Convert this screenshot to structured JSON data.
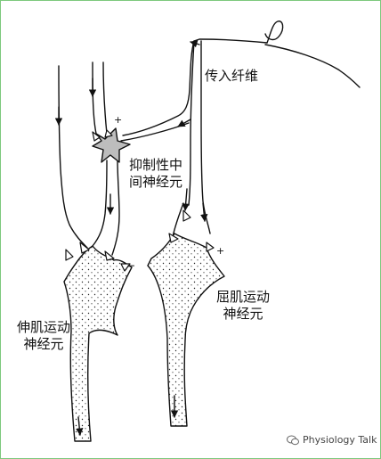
{
  "labels": {
    "afferent": "传入纤维",
    "inter_line1": "抑制性中",
    "inter_line2": "间神经元",
    "flexor_line1": "屈肌运动",
    "flexor_line2": "神经元",
    "extensor_line1": "伸肌运动",
    "extensor_line2": "神经元"
  },
  "symbols": {
    "plus": "+",
    "minus": "−"
  },
  "watermark": {
    "text": "Physiology Talk",
    "icon": "wechat-icon"
  },
  "colors": {
    "line": "#111111",
    "interneuron_fill": "#bdbdbd",
    "frame": "#7dc97d"
  }
}
